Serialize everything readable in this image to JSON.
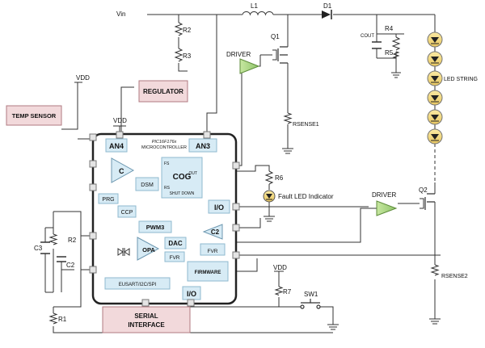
{
  "nets": {
    "vin": "Vin",
    "vdd_top": "VDD",
    "vdd_mcu": "VDD",
    "vdd_sw": "VDD"
  },
  "parts": {
    "l1": "L1",
    "d1": "D1",
    "r2": "R2",
    "r3": "R3",
    "q1": "Q1",
    "rsense1": "RSENSE1",
    "cout": "COUT",
    "r4": "R4",
    "r5": "R5",
    "led_string": "LED STRING",
    "driver1": "DRIVER",
    "driver2": "DRIVER",
    "q2": "Q2",
    "rsense2": "RSENSE2",
    "r6": "R6",
    "fault_led": "Fault LED Indicator",
    "r7": "R7",
    "sw1": "SW1",
    "c3": "C3",
    "c2": "C2",
    "r2_left": "R2",
    "r1": "R1"
  },
  "blocks": {
    "regulator": "REGULATOR",
    "temp_sensor": "TEMP SENSOR",
    "serial_interface": [
      "SERIAL",
      "INTERFACE"
    ]
  },
  "mcu": {
    "name": [
      "PIC16F176x",
      "MICROCONTROLLER"
    ],
    "an4": "AN4",
    "an3": "AN3",
    "c": "C",
    "prg": "PRG",
    "dsm": "DSM",
    "ccp": "CCP",
    "cog": "COG",
    "out": "OUT",
    "fs": "FS",
    "rs": "RS",
    "shutdown": "SHUT DOWN",
    "pwm3": "PWM3",
    "dac": "DAC",
    "opa": "OPA",
    "fvr": "FVR",
    "fvr2": "FVR",
    "c2": "C2",
    "io1": "I/O",
    "io2": "I/O",
    "firmware": "FIRMWARE",
    "eusart": "EUSART/I2C/SPI"
  }
}
